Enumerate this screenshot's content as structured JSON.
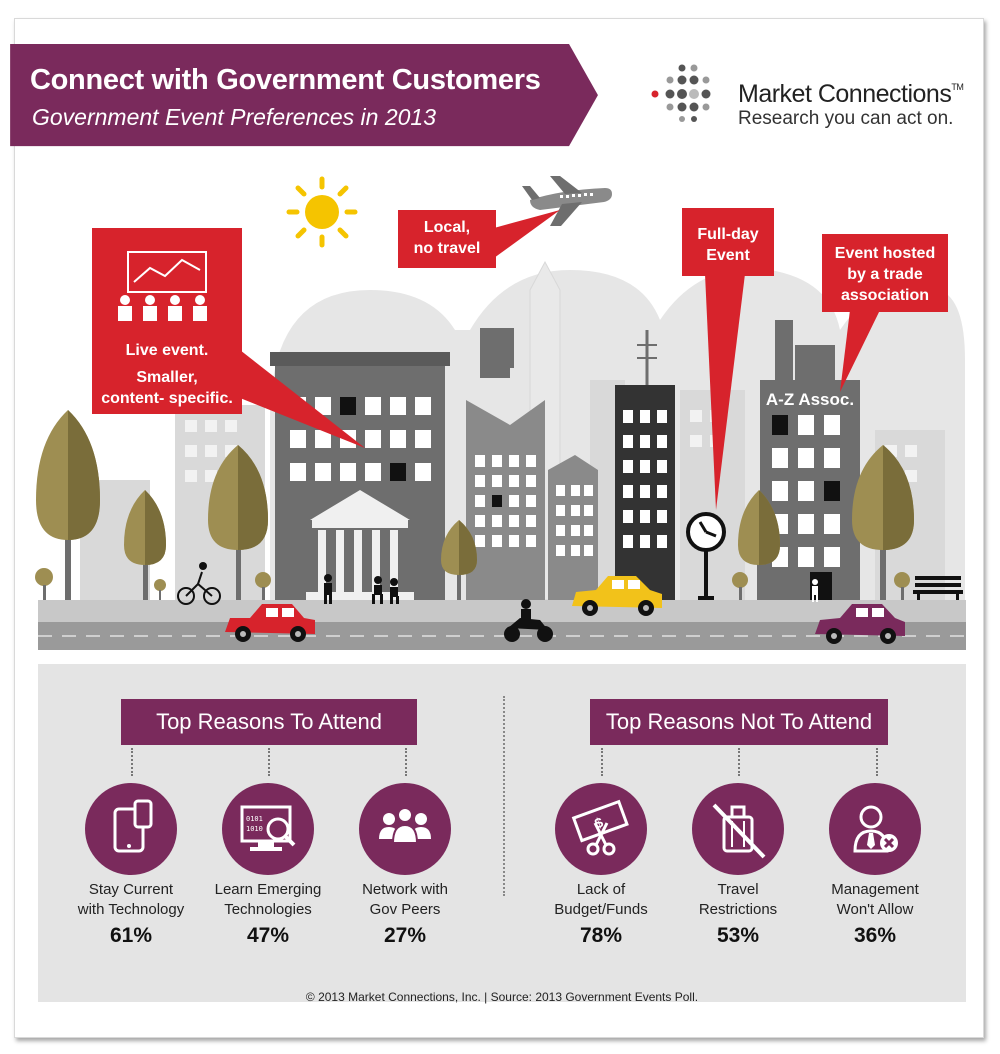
{
  "header": {
    "title": "Connect with Government Customers",
    "subtitle": "Government Event Preferences in 2013"
  },
  "logo": {
    "name": "Market Connections",
    "trademark": "TM",
    "tagline": "Research you can act on."
  },
  "callouts": {
    "live_event": "Live event.",
    "smaller": "Smaller,",
    "content_specific": "content- specific.",
    "local_1": "Local,",
    "local_2": "no travel",
    "fullday_1": "Full-day",
    "fullday_2": "Event",
    "trade_1": "Event hosted",
    "trade_2": "by a trade",
    "trade_3": "association",
    "building_sign": "A-Z Assoc."
  },
  "attend": {
    "title": "Top Reasons To Attend",
    "items": [
      {
        "line1": "Stay Current",
        "line2": "with Technology",
        "value": "61%",
        "icon": "tablet-icon"
      },
      {
        "line1": "Learn Emerging",
        "line2": "Technologies",
        "value": "47%",
        "icon": "computer-magnifier-icon"
      },
      {
        "line1": "Network with",
        "line2": "Gov Peers",
        "value": "27%",
        "icon": "people-group-icon"
      }
    ]
  },
  "not_attend": {
    "title": "Top Reasons Not To Attend",
    "items": [
      {
        "line1": "Lack of",
        "line2": "Budget/Funds",
        "value": "78%",
        "icon": "money-scissors-icon"
      },
      {
        "line1": "Travel",
        "line2": "Restrictions",
        "value": "53%",
        "icon": "no-luggage-icon"
      },
      {
        "line1": "Management",
        "line2": "Won't Allow",
        "value": "36%",
        "icon": "manager-denied-icon"
      }
    ]
  },
  "footer": "© 2013 Market Connections, Inc.  |  Source: 2013 Government Events Poll.",
  "colors": {
    "brand_purple": "#7a2a5c",
    "callout_red": "#d7232c",
    "sun": "#f5c400",
    "tree": "#9e8e52",
    "car_red": "#d7232c",
    "car_yellow": "#f2c21a",
    "car_purple": "#7a2a5c"
  }
}
